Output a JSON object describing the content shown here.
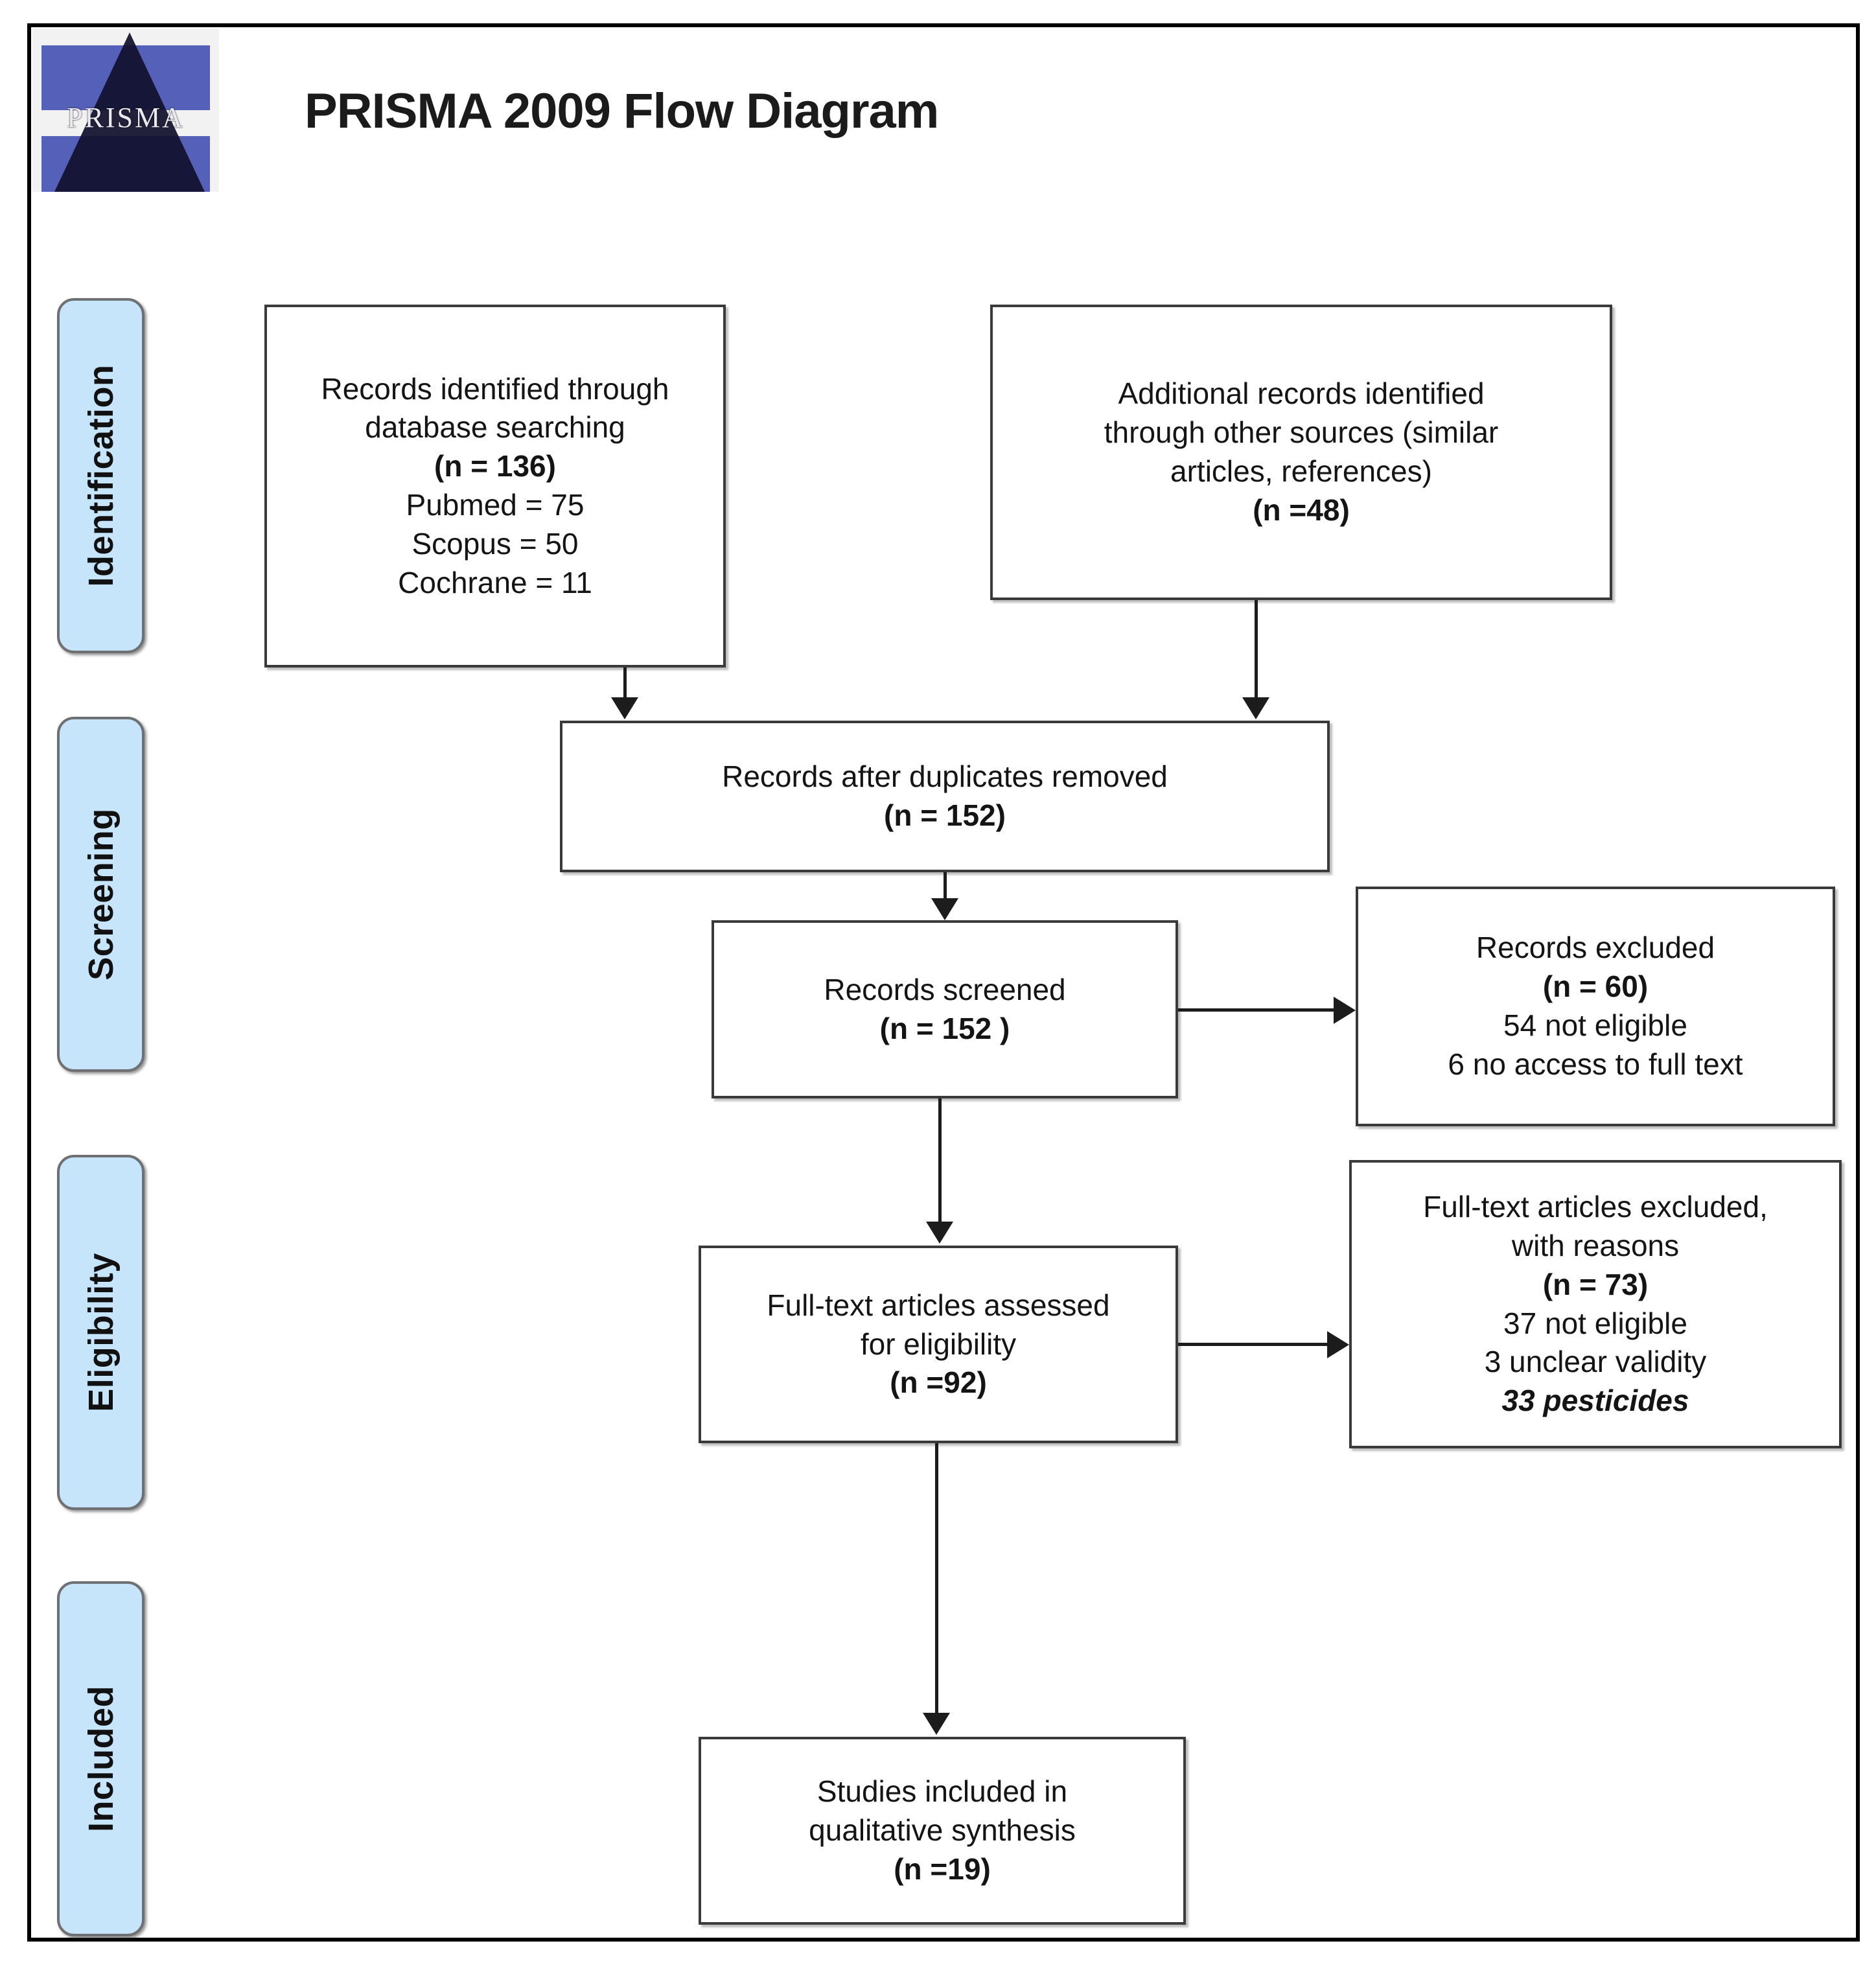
{
  "document": {
    "title": "PRISMA 2009 Flow Diagram",
    "logo_text": "PRISMA"
  },
  "colors": {
    "stage_tab_fill": "#c7e5fa",
    "stage_tab_border": "#6f7073",
    "box_border": "#3a3a3a",
    "connector": "#1c1c1c",
    "frame": "#000000",
    "logo_blue": "#5560b8"
  },
  "stages": [
    {
      "id": "identification",
      "label": "Identification"
    },
    {
      "id": "screening",
      "label": "Screening"
    },
    {
      "id": "eligibility",
      "label": "Eligibility"
    },
    {
      "id": "included",
      "label": "Included"
    }
  ],
  "boxes": {
    "records_identified_database": {
      "l1": "Records identified through",
      "l2": "database searching",
      "l3": "(n = 136)",
      "l4": "Pubmed = 75",
      "l5": "Scopus = 50",
      "l6": "Cochrane = 11"
    },
    "additional_records_other": {
      "l1": "Additional records identified",
      "l2": "through other sources (similar",
      "l3": "articles, references)",
      "l4": "(n =48)"
    },
    "records_after_duplicates": {
      "l1": "Records after duplicates removed",
      "l2": "(n = 152)"
    },
    "records_screened": {
      "l1": "Records screened",
      "l2": "(n = 152 )"
    },
    "records_excluded": {
      "l1": "Records excluded",
      "l2": "(n = 60)",
      "l3": "54 not eligible",
      "l4": "6 no access to full text"
    },
    "fulltext_assessed": {
      "l1": "Full-text articles assessed",
      "l2": "for eligibility",
      "l3": "(n =92)"
    },
    "fulltext_excluded": {
      "l1": "Full-text articles excluded,",
      "l2": "with reasons",
      "l3": "(n = 73)",
      "l4": "37 not eligible",
      "l5": "3 unclear validity",
      "l6": "33 pesticides"
    },
    "studies_included": {
      "l1": "Studies included in",
      "l2": "qualitative synthesis",
      "l3": "(n =19)"
    }
  },
  "chart_data": {
    "type": "diagram",
    "title": "PRISMA 2009 Flow Diagram",
    "nodes": [
      {
        "id": "records_identified_database",
        "stage": "Identification",
        "n": 136,
        "label": "Records identified through database searching",
        "breakdown": {
          "Pubmed": 75,
          "Scopus": 50,
          "Cochrane": 11
        }
      },
      {
        "id": "additional_records_other",
        "stage": "Identification",
        "n": 48,
        "label": "Additional records identified through other sources (similar articles, references)"
      },
      {
        "id": "records_after_duplicates",
        "stage": "Screening",
        "n": 152,
        "label": "Records after duplicates removed"
      },
      {
        "id": "records_screened",
        "stage": "Screening",
        "n": 152,
        "label": "Records screened"
      },
      {
        "id": "records_excluded",
        "stage": "Screening",
        "n": 60,
        "label": "Records excluded",
        "reasons": {
          "not eligible": 54,
          "no access to full text": 6
        }
      },
      {
        "id": "fulltext_assessed",
        "stage": "Eligibility",
        "n": 92,
        "label": "Full-text articles assessed for eligibility"
      },
      {
        "id": "fulltext_excluded",
        "stage": "Eligibility",
        "n": 73,
        "label": "Full-text articles excluded, with reasons",
        "reasons": {
          "not eligible": 37,
          "unclear validity": 3,
          "pesticides": 33
        }
      },
      {
        "id": "studies_included",
        "stage": "Included",
        "n": 19,
        "label": "Studies included in qualitative synthesis"
      }
    ],
    "edges": [
      {
        "from": "records_identified_database",
        "to": "records_after_duplicates"
      },
      {
        "from": "additional_records_other",
        "to": "records_after_duplicates"
      },
      {
        "from": "records_after_duplicates",
        "to": "records_screened"
      },
      {
        "from": "records_screened",
        "to": "records_excluded"
      },
      {
        "from": "records_screened",
        "to": "fulltext_assessed"
      },
      {
        "from": "fulltext_assessed",
        "to": "fulltext_excluded"
      },
      {
        "from": "fulltext_assessed",
        "to": "studies_included"
      }
    ]
  }
}
